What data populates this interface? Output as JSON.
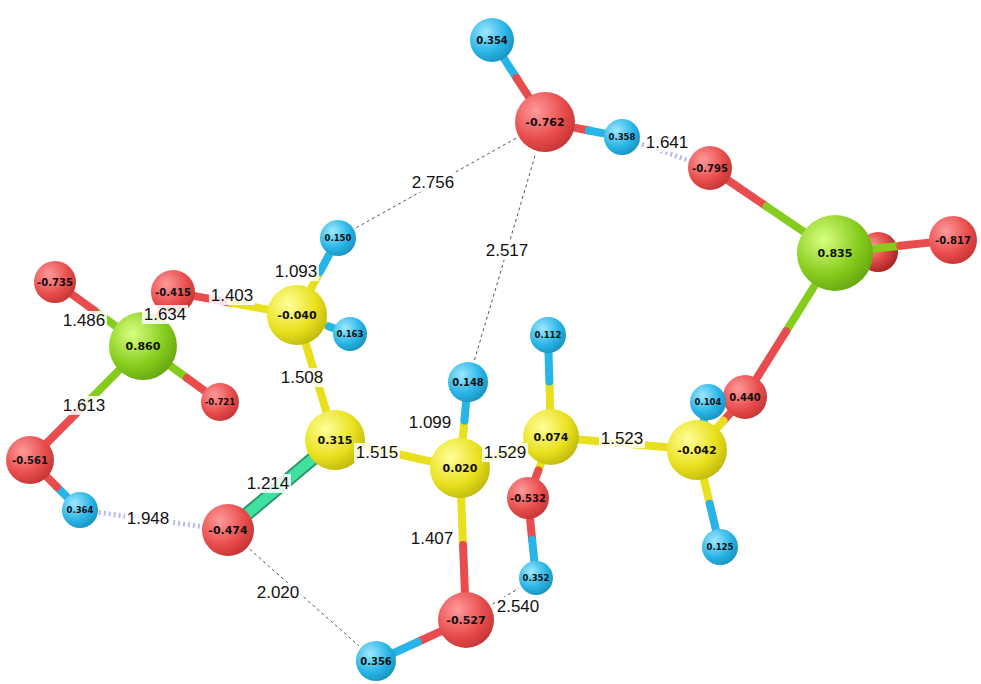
{
  "diagram": {
    "nodes": [
      {
        "text": [
          "0.354"
        ]
      },
      {
        "text": [
          "-0.762"
        ]
      },
      {
        "text": [
          "0.358"
        ]
      },
      {
        "text": [
          "-0.795"
        ]
      },
      {
        "text": [
          "0.835"
        ]
      },
      {
        "text": [
          "-0.817"
        ]
      },
      {
        "text": [
          "0.440"
        ]
      },
      {
        "text": [
          "0.104"
        ]
      },
      {
        "text": [
          "-0.042"
        ]
      },
      {
        "text": [
          "0.125"
        ]
      },
      {
        "text": [
          "0.074"
        ]
      },
      {
        "text": [
          "0.112"
        ]
      },
      {
        "text": [
          "-0.532"
        ]
      },
      {
        "text": [
          "0.352"
        ]
      },
      {
        "text": [
          "0.020"
        ]
      },
      {
        "text": [
          "0.148"
        ]
      },
      {
        "text": [
          "-0.527"
        ]
      },
      {
        "text": [
          "0.356"
        ]
      },
      {
        "text": [
          "0.315"
        ]
      },
      {
        "text": [
          "-0.474"
        ]
      },
      {
        "text": [
          "0.364"
        ]
      },
      {
        "text": [
          "-0.561"
        ]
      },
      {
        "text": [
          "0.860"
        ]
      },
      {
        "text": [
          "-0.735"
        ]
      },
      {
        "text": [
          "-0.415"
        ]
      },
      {
        "text": [
          "-0.721"
        ]
      },
      {
        "text": [
          "-0.040"
        ]
      },
      {
        "text": [
          "0.150"
        ]
      },
      {
        "text": [
          "0.163"
        ]
      }
    ],
    "edges": [
      {
        "from": 0,
        "to": 1,
        "arrow": "none"
      },
      {
        "from": 1,
        "to": 2,
        "arrow": "none"
      },
      {
        "from": 2,
        "to": 3,
        "arrow": "none",
        "label": "1.641"
      },
      {
        "from": 3,
        "to": 4,
        "arrow": "none"
      },
      {
        "from": 4,
        "to": 5,
        "arrow": "none"
      },
      {
        "from": 4,
        "to": 6,
        "arrow": "none"
      },
      {
        "from": 6,
        "to": 8,
        "arrow": "none"
      },
      {
        "from": 8,
        "to": 7,
        "arrow": "none"
      },
      {
        "from": 8,
        "to": 9,
        "arrow": "none"
      },
      {
        "from": 8,
        "to": 10,
        "arrow": "none",
        "label": "1.523"
      },
      {
        "from": 10,
        "to": 11,
        "arrow": "none"
      },
      {
        "from": 10,
        "to": 12,
        "arrow": "none"
      },
      {
        "from": 12,
        "to": 13,
        "arrow": "none"
      },
      {
        "from": 10,
        "to": 14,
        "arrow": "none",
        "label": "1.529"
      },
      {
        "from": 14,
        "to": 15,
        "arrow": "none",
        "label": "1.099"
      },
      {
        "from": 14,
        "to": 16,
        "arrow": "none",
        "label": "1.407"
      },
      {
        "from": 16,
        "to": 17,
        "arrow": "none"
      },
      {
        "from": 14,
        "to": 18,
        "arrow": "none",
        "label": "1.515"
      },
      {
        "from": 18,
        "to": 19,
        "arrow": "none",
        "label": "1.214"
      },
      {
        "from": 19,
        "to": 20,
        "arrow": "none",
        "label": "1.948"
      },
      {
        "from": 20,
        "to": 21,
        "arrow": "none"
      },
      {
        "from": 21,
        "to": 22,
        "arrow": "none",
        "label": "1.613"
      },
      {
        "from": 22,
        "to": 23,
        "arrow": "none",
        "label": "1.486"
      },
      {
        "from": 22,
        "to": 24,
        "arrow": "none",
        "label": "1.634"
      },
      {
        "from": 22,
        "to": 25,
        "arrow": "none"
      },
      {
        "from": 24,
        "to": 26,
        "arrow": "none",
        "label": "1.403"
      },
      {
        "from": 26,
        "to": 27,
        "arrow": "none",
        "label": "1.093"
      },
      {
        "from": 26,
        "to": 28,
        "arrow": "none"
      },
      {
        "from": 26,
        "to": 18,
        "arrow": "none",
        "label": "1.508"
      },
      {
        "from": 27,
        "to": 1,
        "arrow": "none",
        "label": "2.756"
      },
      {
        "from": 15,
        "to": 1,
        "arrow": "none",
        "label": "2.517"
      },
      {
        "from": 19,
        "to": 17,
        "arrow": "none",
        "label": "2.020"
      },
      {
        "from": 16,
        "to": 13,
        "arrow": "none",
        "label": "2.540"
      }
    ]
  }
}
